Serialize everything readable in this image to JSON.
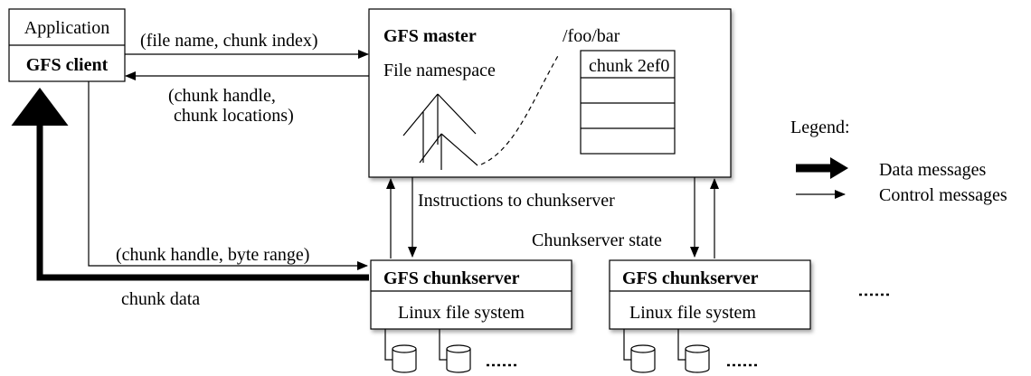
{
  "client": {
    "application_label": "Application",
    "client_label": "GFS client"
  },
  "master": {
    "title": "GFS master",
    "namespace_label": "File namespace",
    "path_label": "/foo/bar",
    "chunk_label": "chunk 2ef0"
  },
  "messages": {
    "request": "(file name, chunk index)",
    "reply_line1": "(chunk handle,",
    "reply_line2": "chunk locations)",
    "instructions": "Instructions to chunkserver",
    "state": "Chunkserver state",
    "data_request": "(chunk handle, byte range)",
    "chunk_data": "chunk data"
  },
  "chunkservers": [
    {
      "title": "GFS chunkserver",
      "fs_label": "Linux file system"
    },
    {
      "title": "GFS chunkserver",
      "fs_label": "Linux file system"
    }
  ],
  "legend": {
    "title": "Legend:",
    "data_label": "Data messages",
    "control_label": "Control messages"
  },
  "ellipsis": "....."
}
